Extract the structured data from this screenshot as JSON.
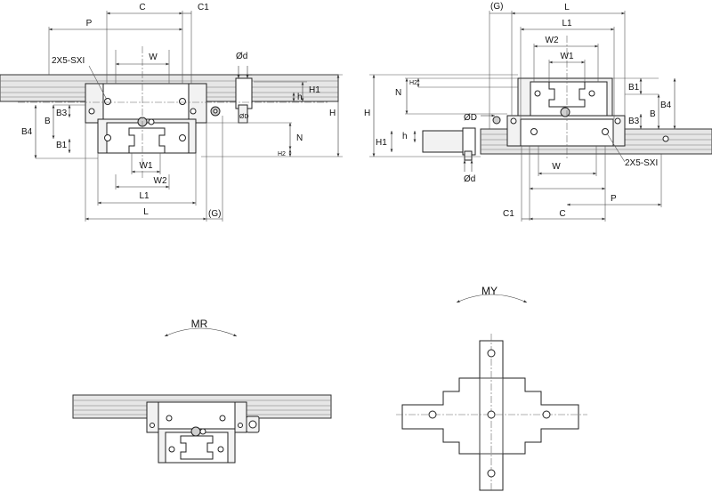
{
  "view1": {
    "labels": {
      "C": "C",
      "C1": "C1",
      "P": "P",
      "W": "W",
      "d": "Ød",
      "D": "ØD",
      "H1": "H1",
      "h": "h",
      "H": "H",
      "N": "N",
      "H2": "H2",
      "B3": "B3",
      "B": "B",
      "B4": "B4",
      "B1": "B1",
      "W1": "W1",
      "W2": "W2",
      "L1": "L1",
      "L": "L",
      "G": "(G)",
      "sxi": "2X5-SXI"
    }
  },
  "view2": {
    "labels": {
      "G": "(G)",
      "L": "L",
      "L1": "L1",
      "W2": "W2",
      "W1": "W1",
      "H2": "H2",
      "N": "N",
      "H": "H",
      "B1": "B1",
      "B4": "B4",
      "B": "B",
      "B3": "B3",
      "D": "ØD",
      "h": "h",
      "H1": "H1",
      "W": "W",
      "sxi": "2X5-SXI",
      "d": "Ød",
      "C1": "C1",
      "C": "C",
      "P": "P"
    }
  },
  "moments": {
    "mr": "MR",
    "my": "MY"
  }
}
